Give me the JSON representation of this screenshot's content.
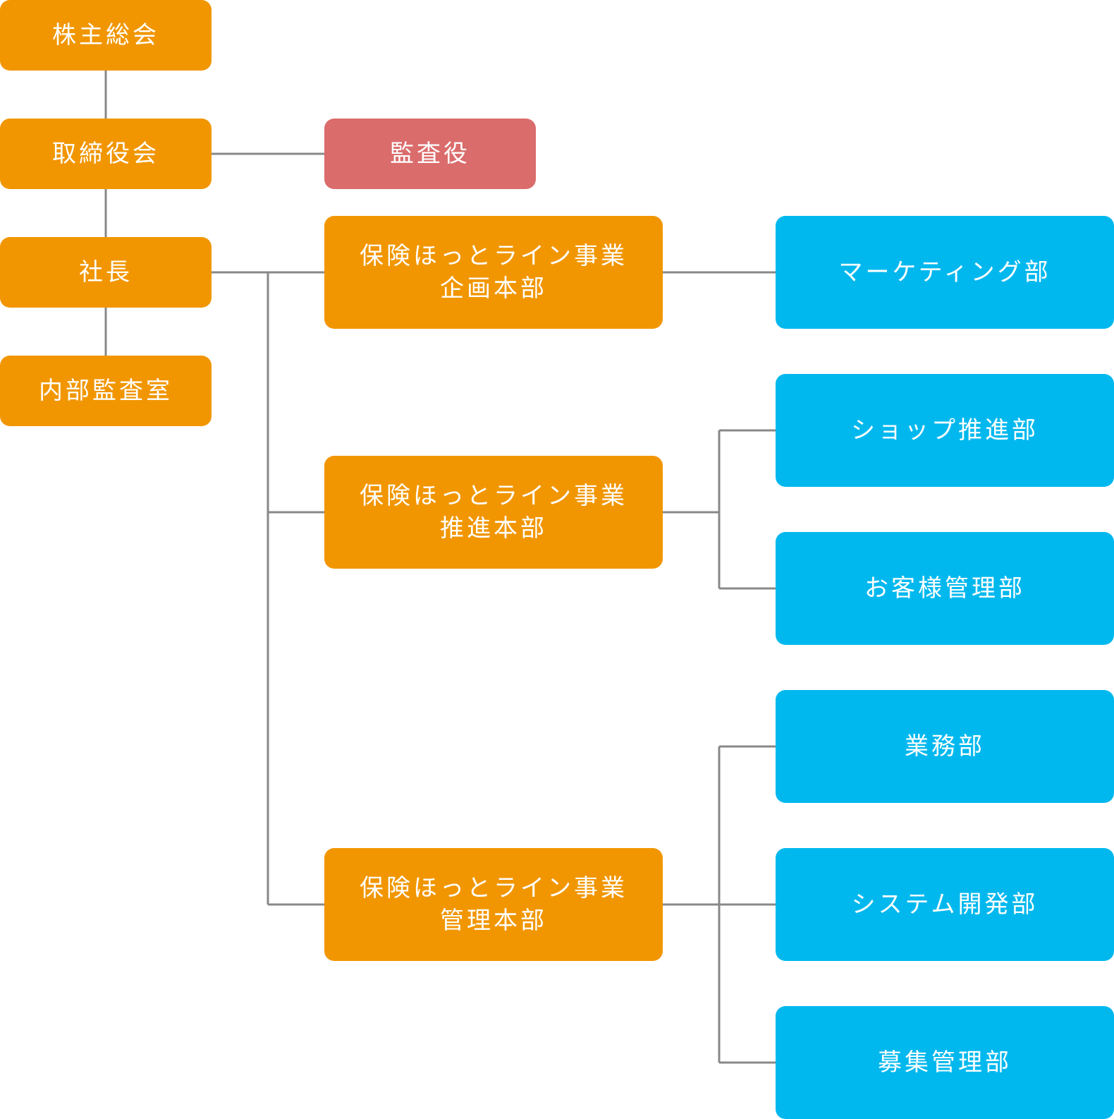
{
  "org_chart": {
    "shareholders_meeting": "株主総会",
    "board_of_directors": "取締役会",
    "auditor": "監査役",
    "president": "社長",
    "internal_audit_office": "内部監査室",
    "planning_hq": {
      "line1": "保険ほっとライン事業",
      "line2": "企画本部"
    },
    "promotion_hq": {
      "line1": "保険ほっとライン事業",
      "line2": "推進本部"
    },
    "management_hq": {
      "line1": "保険ほっとライン事業",
      "line2": "管理本部"
    },
    "marketing_dept": "マーケティング部",
    "shop_promotion_dept": "ショップ推進部",
    "customer_management_dept": "お客様管理部",
    "operations_dept": "業務部",
    "system_development_dept": "システム開発部",
    "recruitment_management_dept": "募集管理部"
  },
  "colors": {
    "executive_box": "#f19600",
    "auditor_box": "#db6c6c",
    "department_box": "#00b8ee",
    "connector_line": "#888888",
    "text": "#ffffff"
  }
}
